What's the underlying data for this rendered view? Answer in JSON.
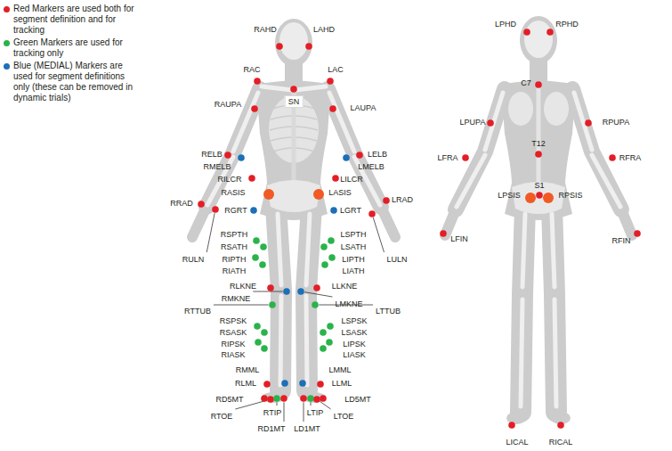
{
  "diagram": {
    "labels": [
      "RAHD",
      "LAHD",
      "LPHD",
      "RPHD",
      "RAC",
      "LAC",
      "C7",
      "SN",
      "RAUPA",
      "LAUPA",
      "LPUPA",
      "RPUPA",
      "T12",
      "RELB",
      "LELB",
      "RMELB",
      "LMELB",
      "LFRA",
      "RFRA",
      "RILCR",
      "LILCR",
      "S1",
      "RASIS",
      "LASIS",
      "LPSIS",
      "RPSIS",
      "LRAD",
      "RRAD",
      "RGRT",
      "LGRT",
      "RSPTH",
      "LSPTH",
      "LFIN",
      "RFIN",
      "RSATH",
      "LSATH",
      "RIPTH",
      "LIPTH",
      "RULN",
      "LULN",
      "RIATH",
      "LIATH",
      "RLKNE",
      "LLKNE",
      "RMKNE",
      "LMKNE",
      "RTTUB",
      "LTTUB",
      "RSPSK",
      "LSPSK",
      "RSASK",
      "LSASK",
      "RIPSK",
      "LIPSK",
      "RIASK",
      "LIASK",
      "RMML",
      "LMML",
      "RLML",
      "LLML",
      "RD5MT",
      "LD5MT",
      "RTOE",
      "RTIP",
      "LTIP",
      "LTOE",
      "RD1MT",
      "LD1MT",
      "LICAL",
      "RICAL"
    ],
    "legend": [
      {
        "text": "Red Markers are used both for segment definition and for tracking",
        "color": "#e41e26"
      },
      {
        "text": "Green Markers are used for tracking only",
        "color": "#2bb34b"
      },
      {
        "text": "Blue (MEDIAL) Markers are used for segment definitions only (these can be removed in dynamic trials)",
        "color": "#1d6fb8"
      }
    ]
  }
}
